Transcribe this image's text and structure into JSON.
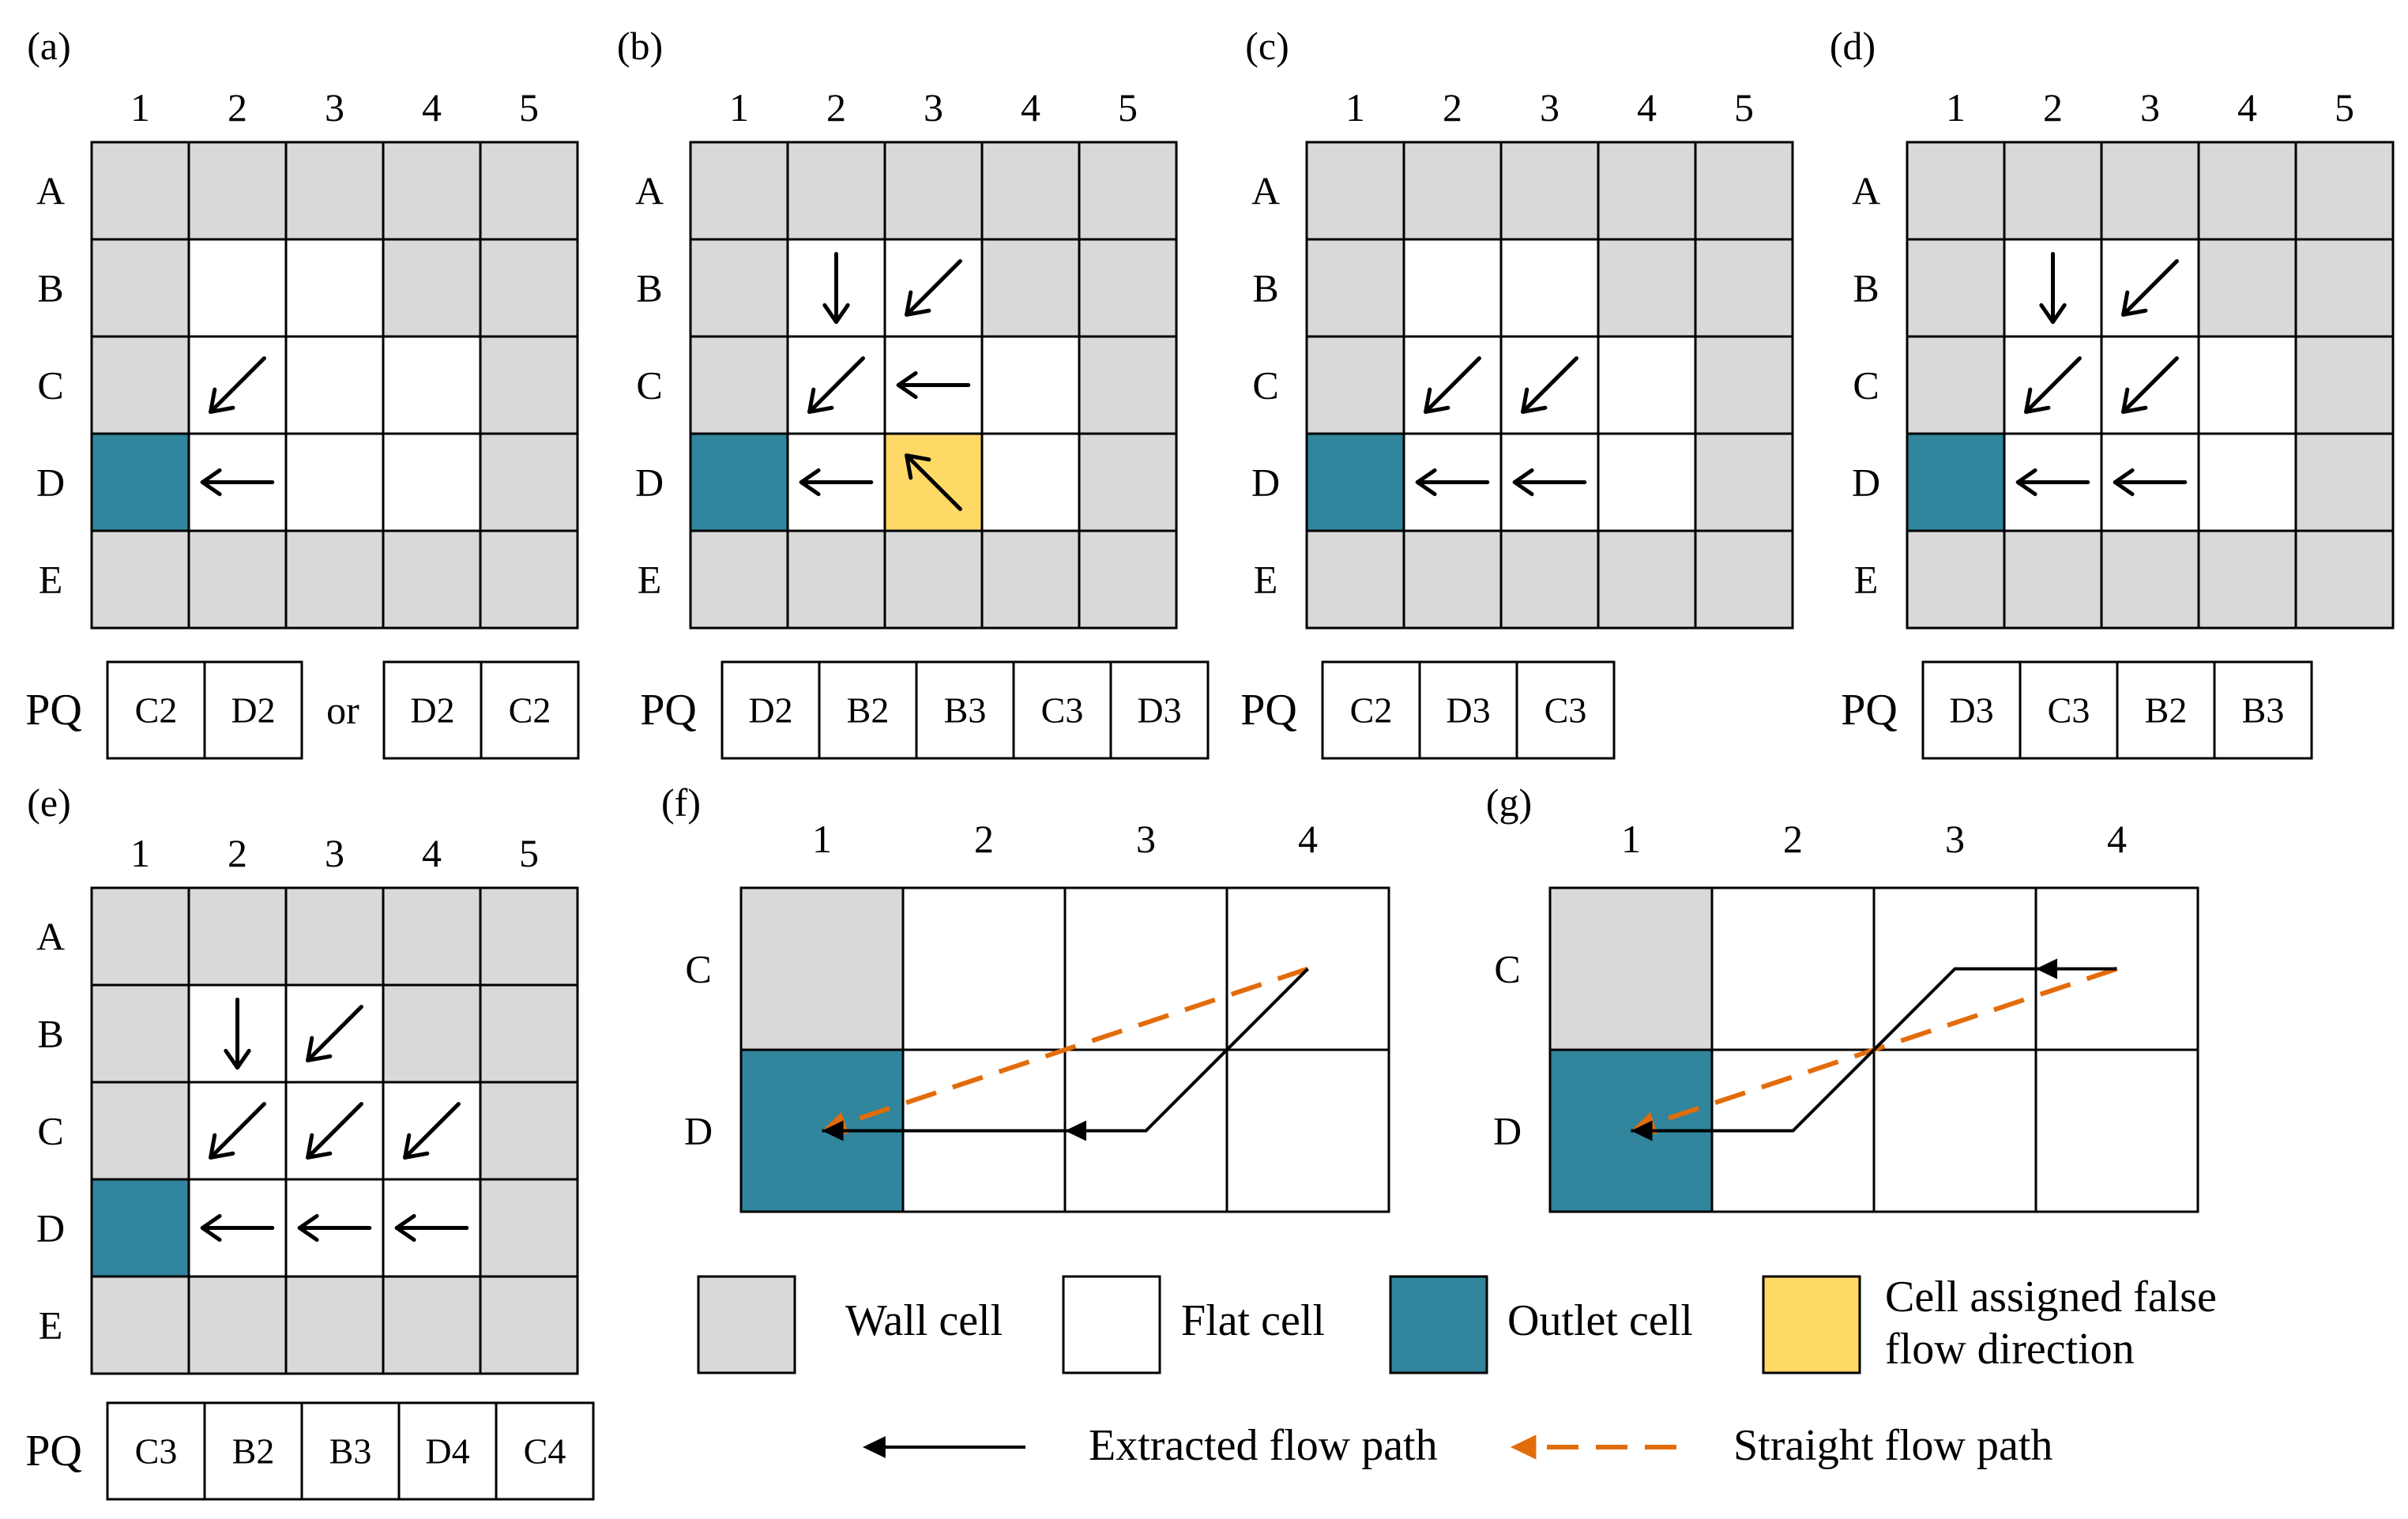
{
  "colors": {
    "wall": "#d9d9d9",
    "flat": "#ffffff",
    "outlet": "#31859c",
    "false_dir": "#ffd966",
    "grid_line": "#000000",
    "extracted_path": "#000000",
    "straight_path": "#e36c0a"
  },
  "grids": [
    {
      "id": "a",
      "label": "(a)",
      "cols": [
        "1",
        "2",
        "3",
        "4",
        "5"
      ],
      "rows": [
        "A",
        "B",
        "C",
        "D",
        "E"
      ],
      "cells": [
        [
          "W",
          "W",
          "W",
          "W",
          "W"
        ],
        [
          "W",
          "F",
          "F",
          "W",
          "W"
        ],
        [
          "W",
          "F",
          "F",
          "F",
          "W"
        ],
        [
          "O",
          "F",
          "F",
          "F",
          "W"
        ],
        [
          "W",
          "W",
          "W",
          "W",
          "W"
        ]
      ],
      "arrows": [
        {
          "cell": "C2",
          "dir": "SW"
        },
        {
          "cell": "D2",
          "dir": "W"
        }
      ],
      "pq_label": "PQ",
      "pq": [
        "C2",
        "D2"
      ],
      "pq_or_word": "or",
      "pq_alt": [
        "D2",
        "C2"
      ]
    },
    {
      "id": "b",
      "label": "(b)",
      "cols": [
        "1",
        "2",
        "3",
        "4",
        "5"
      ],
      "rows": [
        "A",
        "B",
        "C",
        "D",
        "E"
      ],
      "cells": [
        [
          "W",
          "W",
          "W",
          "W",
          "W"
        ],
        [
          "W",
          "F",
          "F",
          "W",
          "W"
        ],
        [
          "W",
          "F",
          "F",
          "F",
          "W"
        ],
        [
          "O",
          "F",
          "Y",
          "F",
          "W"
        ],
        [
          "W",
          "W",
          "W",
          "W",
          "W"
        ]
      ],
      "arrows": [
        {
          "cell": "B2",
          "dir": "S"
        },
        {
          "cell": "B3",
          "dir": "SW"
        },
        {
          "cell": "C2",
          "dir": "SW"
        },
        {
          "cell": "C3",
          "dir": "W"
        },
        {
          "cell": "D2",
          "dir": "W"
        },
        {
          "cell": "D3",
          "dir": "NW"
        }
      ],
      "pq_label": "PQ",
      "pq": [
        "D2",
        "B2",
        "B3",
        "C3",
        "D3"
      ]
    },
    {
      "id": "c",
      "label": "(c)",
      "cols": [
        "1",
        "2",
        "3",
        "4",
        "5"
      ],
      "rows": [
        "A",
        "B",
        "C",
        "D",
        "E"
      ],
      "cells": [
        [
          "W",
          "W",
          "W",
          "W",
          "W"
        ],
        [
          "W",
          "F",
          "F",
          "W",
          "W"
        ],
        [
          "W",
          "F",
          "F",
          "F",
          "W"
        ],
        [
          "O",
          "F",
          "F",
          "F",
          "W"
        ],
        [
          "W",
          "W",
          "W",
          "W",
          "W"
        ]
      ],
      "arrows": [
        {
          "cell": "C2",
          "dir": "SW"
        },
        {
          "cell": "C3",
          "dir": "SW"
        },
        {
          "cell": "D2",
          "dir": "W"
        },
        {
          "cell": "D3",
          "dir": "W"
        }
      ],
      "pq_label": "PQ",
      "pq": [
        "C2",
        "D3",
        "C3"
      ]
    },
    {
      "id": "d",
      "label": "(d)",
      "cols": [
        "1",
        "2",
        "3",
        "4",
        "5"
      ],
      "rows": [
        "A",
        "B",
        "C",
        "D",
        "E"
      ],
      "cells": [
        [
          "W",
          "W",
          "W",
          "W",
          "W"
        ],
        [
          "W",
          "F",
          "F",
          "W",
          "W"
        ],
        [
          "W",
          "F",
          "F",
          "F",
          "W"
        ],
        [
          "O",
          "F",
          "F",
          "F",
          "W"
        ],
        [
          "W",
          "W",
          "W",
          "W",
          "W"
        ]
      ],
      "arrows": [
        {
          "cell": "B2",
          "dir": "S"
        },
        {
          "cell": "B3",
          "dir": "SW"
        },
        {
          "cell": "C2",
          "dir": "SW"
        },
        {
          "cell": "C3",
          "dir": "SW"
        },
        {
          "cell": "D2",
          "dir": "W"
        },
        {
          "cell": "D3",
          "dir": "W"
        }
      ],
      "pq_label": "PQ",
      "pq": [
        "D3",
        "C3",
        "B2",
        "B3"
      ]
    },
    {
      "id": "e",
      "label": "(e)",
      "cols": [
        "1",
        "2",
        "3",
        "4",
        "5"
      ],
      "rows": [
        "A",
        "B",
        "C",
        "D",
        "E"
      ],
      "cells": [
        [
          "W",
          "W",
          "W",
          "W",
          "W"
        ],
        [
          "W",
          "F",
          "F",
          "W",
          "W"
        ],
        [
          "W",
          "F",
          "F",
          "F",
          "W"
        ],
        [
          "O",
          "F",
          "F",
          "F",
          "W"
        ],
        [
          "W",
          "W",
          "W",
          "W",
          "W"
        ]
      ],
      "arrows": [
        {
          "cell": "B2",
          "dir": "S"
        },
        {
          "cell": "B3",
          "dir": "SW"
        },
        {
          "cell": "C2",
          "dir": "SW"
        },
        {
          "cell": "C3",
          "dir": "SW"
        },
        {
          "cell": "C4",
          "dir": "SW"
        },
        {
          "cell": "D2",
          "dir": "W"
        },
        {
          "cell": "D3",
          "dir": "W"
        },
        {
          "cell": "D4",
          "dir": "W"
        }
      ],
      "pq_label": "PQ",
      "pq": [
        "C3",
        "B2",
        "B3",
        "D4",
        "C4"
      ]
    }
  ],
  "path_panels": [
    {
      "id": "f",
      "label": "(f)",
      "cols": [
        "1",
        "2",
        "3",
        "4"
      ],
      "rows": [
        "C",
        "D"
      ],
      "cells": [
        [
          "W",
          "F",
          "F",
          "F"
        ],
        [
          "O",
          "F",
          "F",
          "F"
        ]
      ],
      "extracted_path": [
        [
          3.5,
          0.5
        ],
        [
          2.5,
          1.5
        ],
        [
          0.5,
          1.5
        ]
      ],
      "extracted_mid_arrows": [
        [
          2.5,
          1.5,
          1.5,
          1.5
        ]
      ],
      "straight_path": [
        [
          3.5,
          0.5
        ],
        [
          0.5,
          1.5
        ]
      ]
    },
    {
      "id": "g",
      "label": "(g)",
      "cols": [
        "1",
        "2",
        "3",
        "4"
      ],
      "rows": [
        "C",
        "D"
      ],
      "cells": [
        [
          "W",
          "F",
          "F",
          "F"
        ],
        [
          "O",
          "F",
          "F",
          "F"
        ]
      ],
      "extracted_path": [
        [
          3.5,
          0.5
        ],
        [
          2.5,
          0.5
        ],
        [
          1.5,
          1.5
        ],
        [
          0.5,
          1.5
        ]
      ],
      "extracted_mid_arrows": [
        [
          3.5,
          0.5,
          2.5,
          0.5
        ]
      ],
      "straight_path": [
        [
          3.5,
          0.5
        ],
        [
          0.5,
          1.5
        ]
      ]
    }
  ],
  "legend": {
    "wall": "Wall cell",
    "flat": "Flat cell",
    "outlet": "Outlet cell",
    "false_dir_line1": "Cell assigned false",
    "false_dir_line2": "flow direction",
    "extracted": "Extracted flow path",
    "straight": "Straight flow path"
  }
}
